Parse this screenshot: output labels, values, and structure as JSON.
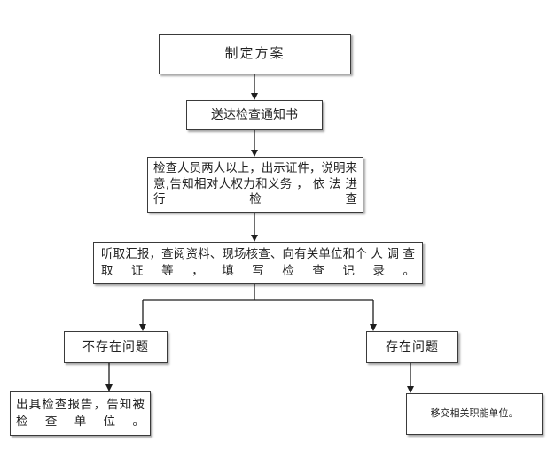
{
  "flowchart": {
    "steps": [
      {
        "label": "制定方案"
      },
      {
        "label": "送达检查通知书"
      },
      {
        "label": "检查人员两人以上，出示证件，说明来意,告知相对人权力和义务 ， 依 法 进 行 检 查"
      },
      {
        "label": "听取汇报，查阅资料、现场核查、向有关单位和个 人 调 查 取 证 等 ， 填 写 检 查 记 录 。"
      },
      {
        "label": "不存在问题"
      },
      {
        "label": "存在问题"
      },
      {
        "label": "出具检查报告，告知被检查单位。"
      },
      {
        "label": "移交相关职能单位。"
      }
    ]
  },
  "colors": {
    "line": "#1e1e1e",
    "border": "#3a3a3a"
  }
}
